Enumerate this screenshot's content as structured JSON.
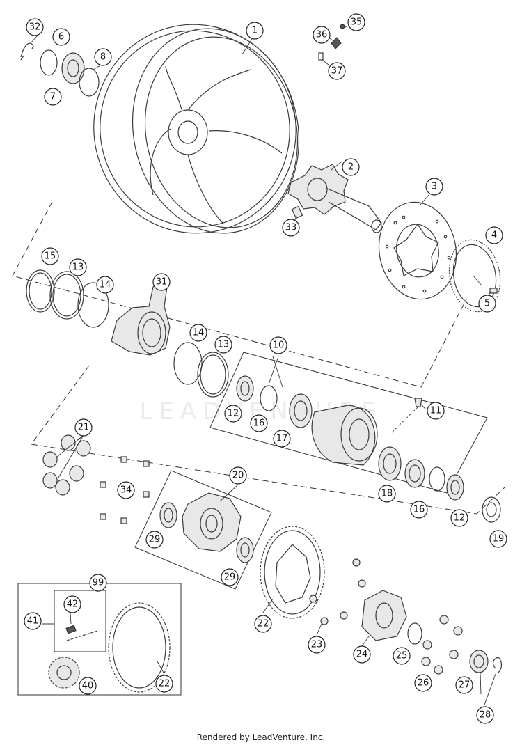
{
  "diagram": {
    "callouts": [
      "1",
      "2",
      "3",
      "4",
      "5",
      "6",
      "7",
      "8",
      "10",
      "11",
      "12",
      "12",
      "13",
      "13",
      "14",
      "14",
      "15",
      "16",
      "16",
      "17",
      "18",
      "19",
      "20",
      "21",
      "22",
      "22",
      "23",
      "24",
      "25",
      "26",
      "27",
      "28",
      "29",
      "29",
      "31",
      "32",
      "33",
      "34",
      "35",
      "36",
      "37",
      "40",
      "41",
      "42",
      "99"
    ],
    "watermark": "LEADVENTURE"
  },
  "footer": {
    "text": "Rendered by LeadVenture, Inc."
  }
}
